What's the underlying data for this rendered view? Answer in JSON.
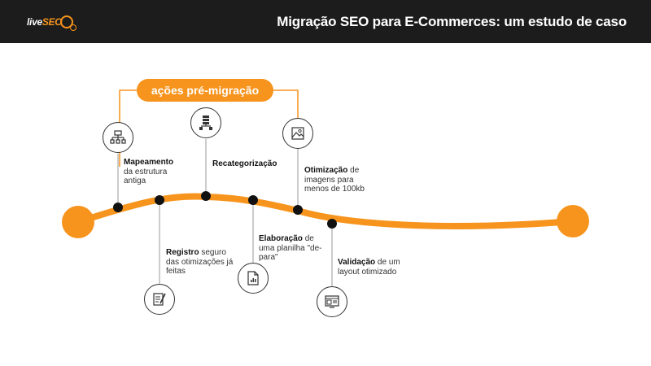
{
  "header": {
    "logo_part1": "live",
    "logo_part2": "SEO",
    "title": "Migração SEO para E-Commerces: um estudo de caso"
  },
  "bracket_label": "ações pré-migração",
  "colors": {
    "accent": "#f7941d",
    "header_bg": "#1c1c1c",
    "node": "#111111"
  },
  "steps": [
    {
      "bold": "Mapeamento",
      "rest": "da estrutura antiga",
      "icon": "sitemap-icon"
    },
    {
      "bold": "Registro",
      "rest": "seguro das otimizações já feitas",
      "icon": "checklist-pen-icon"
    },
    {
      "bold": "Recategorização",
      "rest": "",
      "icon": "hierarchy-icon"
    },
    {
      "bold": "Elaboração",
      "rest": "de uma planilha \"de-para\"",
      "icon": "spreadsheet-file-icon"
    },
    {
      "bold": "Otimização",
      "rest": "de imagens para menos de 100kb",
      "icon": "image-icon"
    },
    {
      "bold": "Validação",
      "rest": "de um layout otimizado",
      "icon": "layout-screen-icon"
    }
  ]
}
